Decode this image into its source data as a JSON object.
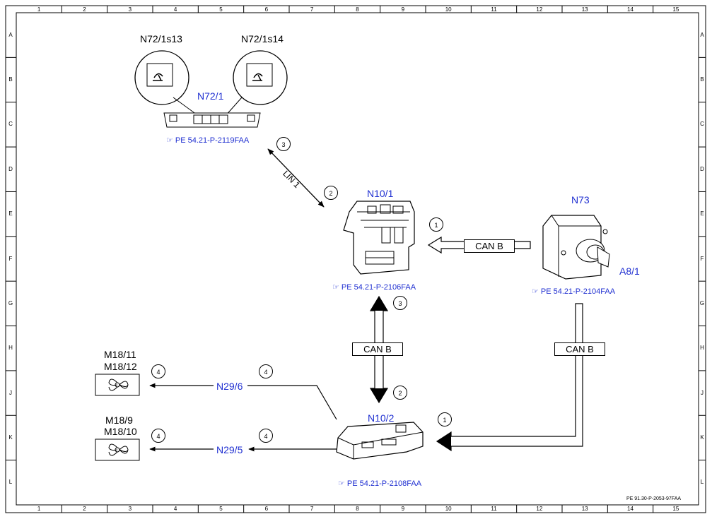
{
  "frame": {
    "columns": [
      "1",
      "2",
      "3",
      "4",
      "5",
      "6",
      "7",
      "8",
      "9",
      "10",
      "11",
      "12",
      "13",
      "14",
      "15"
    ],
    "rows": [
      "A",
      "B",
      "C",
      "D",
      "E",
      "F",
      "G",
      "H",
      "J",
      "K",
      "L"
    ]
  },
  "components": {
    "n72_1": {
      "label": "N72/1",
      "switch_left": "N72/1s13",
      "switch_right": "N72/1s14",
      "ref": "PE 54.21-P-2119FAA"
    },
    "n10_1": {
      "label": "N10/1",
      "ref": "PE 54.21-P-2106FAA"
    },
    "n73": {
      "label": "N73",
      "key_label": "A8/1",
      "ref": "PE 54.21-P-2104FAA"
    },
    "n10_2": {
      "label": "N10/2",
      "ref": "PE 54.21-P-2108FAA"
    },
    "fan_upper": {
      "line1": "M18/11",
      "line2": "M18/12"
    },
    "fan_lower": {
      "line1": "M18/9",
      "line2": "M18/10"
    },
    "n29_6": {
      "label": "N29/6"
    },
    "n29_5": {
      "label": "N29/5"
    }
  },
  "connections": {
    "can_b_top": "CAN B",
    "can_b_middle": "CAN B",
    "can_b_right": "CAN B",
    "lin": "LIN 1"
  },
  "step_numbers": [
    "1",
    "1",
    "2",
    "2",
    "3",
    "3",
    "4",
    "4",
    "4",
    "4"
  ],
  "drawing_id": "PE 91.30-P-2053-97FAA",
  "colors": {
    "reference_text": "#1f2fd1",
    "line": "#000000"
  }
}
